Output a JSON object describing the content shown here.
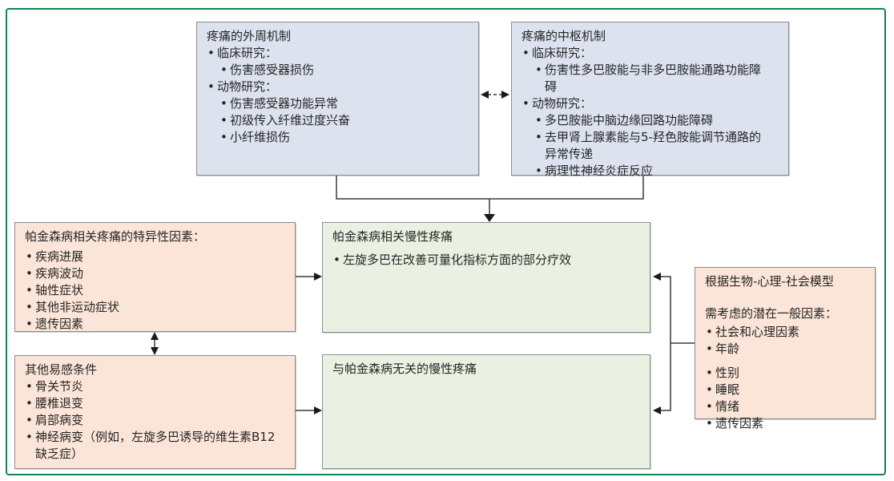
{
  "colors": {
    "outer_border": "#17834f",
    "box_blue_fill": "#dce2ee",
    "box_peach_fill": "#fbe5d8",
    "box_green_fill": "#eaf1e2",
    "box_border": "#8d8d8d",
    "line": "#3a3a3a",
    "text": "#262626"
  },
  "boxes": {
    "peripheral": {
      "title": "疼痛的外周机制",
      "items": [
        {
          "level": 1,
          "text": "临床研究："
        },
        {
          "level": 2,
          "text": "伤害感受器损伤"
        },
        {
          "level": 1,
          "text": "动物研究："
        },
        {
          "level": 2,
          "text": "伤害感受器功能异常"
        },
        {
          "level": 2,
          "text": "初级传入纤维过度兴奋"
        },
        {
          "level": 2,
          "text": "小纤维损伤"
        }
      ]
    },
    "central": {
      "title": "疼痛的中枢机制",
      "items": [
        {
          "level": 1,
          "text": "临床研究："
        },
        {
          "level": 2,
          "text": "伤害性多巴胺能与非多巴胺能通路功能障碍"
        },
        {
          "level": 1,
          "text": "动物研究："
        },
        {
          "level": 2,
          "text": "多巴胺能中脑边缘回路功能障碍"
        },
        {
          "level": 2,
          "text": "去甲肾上腺素能与5-羟色胺能调节通路的异常传递"
        },
        {
          "level": 2,
          "text": "病理性神经炎症反应"
        }
      ]
    },
    "specific": {
      "title": "帕金森病相关疼痛的特异性因素：",
      "items": [
        {
          "level": 1,
          "text": "疾病进展"
        },
        {
          "level": 1,
          "text": "疾病波动"
        },
        {
          "level": 1,
          "text": "轴性症状"
        },
        {
          "level": 1,
          "text": "其他非运动症状"
        },
        {
          "level": 1,
          "text": "遗传因素"
        }
      ]
    },
    "other": {
      "title": "其他易感条件",
      "items": [
        {
          "level": 1,
          "text": "骨关节炎"
        },
        {
          "level": 1,
          "text": "腰椎退变"
        },
        {
          "level": 1,
          "text": "肩部病变"
        },
        {
          "level": 1,
          "text": "神经病变（例如，左旋多巴诱导的维生素B12缺乏症）"
        }
      ]
    },
    "pd_pain": {
      "title": "帕金森病相关慢性疼痛",
      "items": [
        {
          "level": 1,
          "text": "左旋多巴在改善可量化指标方面的部分疗效"
        }
      ]
    },
    "nonpd_pain": {
      "title": "与帕金森病无关的慢性疼痛"
    },
    "general": {
      "title_line1": "根据生物-心理-社会模型",
      "title_line2": "需考虑的潜在一般因素：",
      "items": [
        {
          "level": 1,
          "text": "社会和心理因素"
        },
        {
          "level": 1,
          "text": "年龄"
        },
        {
          "level": 1,
          "text": "性别"
        },
        {
          "level": 1,
          "text": "睡眠"
        },
        {
          "level": 1,
          "text": "情绪"
        },
        {
          "level": 1,
          "text": "遗传因素"
        }
      ]
    }
  },
  "connectors": [
    {
      "from": "peripheral",
      "to": "central",
      "style": "dashed",
      "heads": "both"
    },
    {
      "from": "peripheral+central",
      "to": "pd_pain",
      "style": "solid-merge",
      "heads": "end"
    },
    {
      "from": "specific",
      "to": "pd_pain",
      "style": "solid",
      "heads": "end"
    },
    {
      "from": "specific",
      "to": "other",
      "style": "solid",
      "heads": "both"
    },
    {
      "from": "other",
      "to": "nonpd_pain",
      "style": "solid",
      "heads": "end"
    },
    {
      "from": "general",
      "to": "pd_pain+nonpd_pain",
      "style": "solid-branch",
      "heads": "end"
    }
  ]
}
